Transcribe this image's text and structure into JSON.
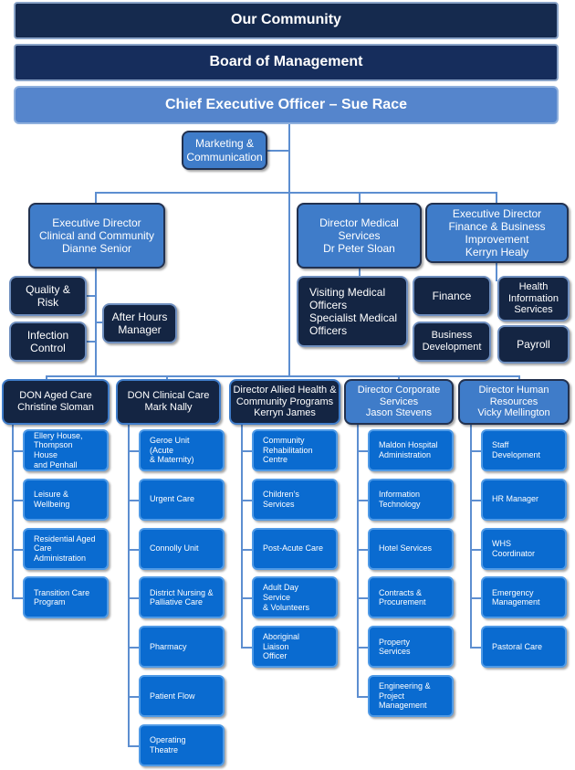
{
  "top": {
    "community": "Our Community",
    "board": "Board of Management",
    "ceo": "Chief Executive Officer – Sue Race"
  },
  "marketing": "Marketing &\nCommunication",
  "directors": {
    "clinical": "Executive Director\nClinical and Community\nDianne Senior",
    "medical": "Director Medical\nServices\nDr Peter Sloan",
    "finance": "Executive Director\nFinance & Business\nImprovement\nKerryn Healy"
  },
  "clinical_units": {
    "quality": "Quality &\nRisk",
    "infection": "Infection\nControl",
    "after_hours": "After Hours\nManager"
  },
  "medical_units": {
    "visiting": "Visiting Medical\nOfficers\nSpecialist Medical\nOfficers"
  },
  "finance_units": {
    "finance": "Finance",
    "his": "Health\nInformation\nServices",
    "business_dev": "Business\nDevelopment",
    "payroll": "Payroll"
  },
  "columns": [
    {
      "head": "DON Aged Care\nChristine Sloman",
      "items": [
        "Ellery House,\nThompson House\nand Penhall",
        "Leisure & Wellbeing",
        "Residential Aged\nCare Administration",
        "Transition Care\nProgram"
      ]
    },
    {
      "head": "DON Clinical Care\nMark Nally",
      "items": [
        "Geroe Unit (Acute\n& Maternity)",
        "Urgent Care",
        "Connolly Unit",
        "District Nursing &\nPalliative Care",
        "Pharmacy",
        "Patient Flow",
        "Operating Theatre"
      ]
    },
    {
      "head": "Director Allied Health &\nCommunity Programs\nKerryn James",
      "items": [
        "Community\nRehabilitation\nCentre",
        "Children’s Services",
        "Post-Acute Care",
        "Adult Day Service\n& Volunteers",
        "Aboriginal Liaison\nOfficer"
      ]
    },
    {
      "head": "Director Corporate\nServices\nJason Stevens",
      "items": [
        "Maldon Hospital\nAdministration",
        "Information\nTechnology",
        "Hotel Services",
        "Contracts &\nProcurement",
        "Property Services",
        "Engineering &\nProject Management"
      ]
    },
    {
      "head": "Director Human\nResources\nVicky Mellington",
      "items": [
        "Staff\nDevelopment",
        "HR Manager",
        "WHS Coordinator",
        "Emergency\nManagement",
        "Pastoral Care"
      ]
    }
  ]
}
